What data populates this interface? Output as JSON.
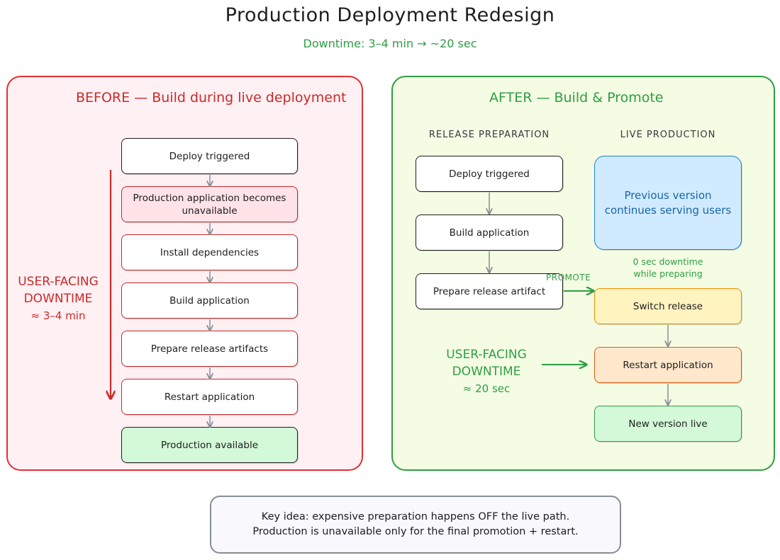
{
  "title": "Production Deployment Redesign",
  "subtitle": "Downtime: 3–4 min  →  ~20 sec",
  "before": {
    "title": "BEFORE — Build during live deployment",
    "steps": [
      "Deploy triggered",
      "Production application becomes unavailable",
      "Install dependencies",
      "Build application",
      "Prepare release artifacts",
      "Restart application",
      "Production available"
    ],
    "downtime_label": [
      "USER-FACING",
      "DOWNTIME",
      "≈ 3–4 min"
    ]
  },
  "after": {
    "title": "AFTER — Build & Promote",
    "release_heading": "RELEASE PREPARATION",
    "live_heading": "LIVE PRODUCTION",
    "release_steps": [
      "Deploy triggered",
      "Build application",
      "Prepare release artifact"
    ],
    "live_serving": "Previous version continues serving users",
    "zero_downtime_note": [
      "0 sec downtime",
      "while preparing"
    ],
    "promote_label": "PROMOTE",
    "live_steps": [
      "Switch release",
      "Restart application",
      "New version live"
    ],
    "downtime_label": [
      "USER-FACING",
      "DOWNTIME",
      "≈ 20 sec"
    ]
  },
  "key_idea": [
    "Key idea: expensive preparation happens OFF the live path.",
    "Production is unavailable only for the final promotion + restart."
  ],
  "colors": {
    "before_accent": "#e03131",
    "after_accent": "#2f9e44",
    "unavailable_fill": "#ffe3e8",
    "available_fill": "#d3f9d8",
    "serving_fill": "#d0ebff",
    "switch_fill": "#fff3bf",
    "restart_fill": "#ffe8cc",
    "new_live_fill": "#d3f9d8"
  }
}
